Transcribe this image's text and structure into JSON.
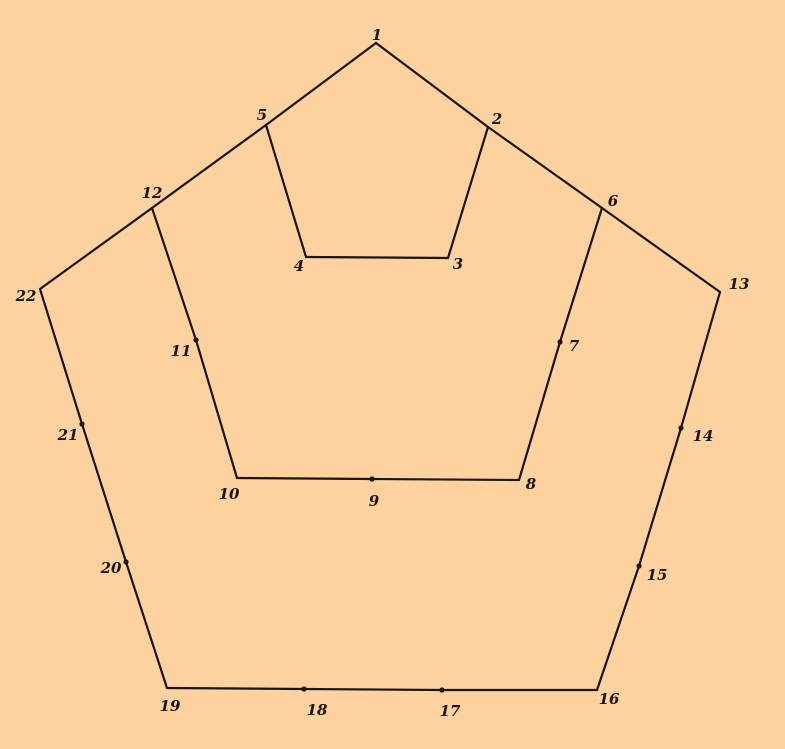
{
  "diagram": {
    "colors": {
      "background": "#fdd29f",
      "ink": "#1a1410"
    },
    "points": [
      {
        "id": "p1",
        "label": "1"
      },
      {
        "id": "p2",
        "label": "2"
      },
      {
        "id": "p3",
        "label": "3"
      },
      {
        "id": "p4",
        "label": "4"
      },
      {
        "id": "p5",
        "label": "5"
      },
      {
        "id": "p6",
        "label": "6"
      },
      {
        "id": "p7",
        "label": "7"
      },
      {
        "id": "p8",
        "label": "8"
      },
      {
        "id": "p9",
        "label": "9"
      },
      {
        "id": "p10",
        "label": "10"
      },
      {
        "id": "p11",
        "label": "11"
      },
      {
        "id": "p12",
        "label": "12"
      },
      {
        "id": "p13",
        "label": "13"
      },
      {
        "id": "p14",
        "label": "14"
      },
      {
        "id": "p15",
        "label": "15"
      },
      {
        "id": "p16",
        "label": "16"
      },
      {
        "id": "p17",
        "label": "17"
      },
      {
        "id": "p18",
        "label": "18"
      },
      {
        "id": "p19",
        "label": "19"
      },
      {
        "id": "p20",
        "label": "20"
      },
      {
        "id": "p21",
        "label": "21"
      },
      {
        "id": "p22",
        "label": "22"
      }
    ],
    "edges": [
      [
        "p1",
        "p2"
      ],
      [
        "p2",
        "p6"
      ],
      [
        "p6",
        "p13"
      ],
      [
        "p1",
        "p5"
      ],
      [
        "p5",
        "p12"
      ],
      [
        "p12",
        "p22"
      ],
      [
        "p5",
        "p4"
      ],
      [
        "p4",
        "p3"
      ],
      [
        "p3",
        "p2"
      ],
      [
        "p12",
        "p11"
      ],
      [
        "p11",
        "p10"
      ],
      [
        "p10",
        "p9"
      ],
      [
        "p9",
        "p8"
      ],
      [
        "p8",
        "p7"
      ],
      [
        "p7",
        "p6"
      ],
      [
        "p22",
        "p21"
      ],
      [
        "p21",
        "p20"
      ],
      [
        "p20",
        "p19"
      ],
      [
        "p19",
        "p18"
      ],
      [
        "p18",
        "p17"
      ],
      [
        "p17",
        "p16"
      ],
      [
        "p16",
        "p15"
      ],
      [
        "p15",
        "p14"
      ],
      [
        "p14",
        "p13"
      ]
    ]
  }
}
